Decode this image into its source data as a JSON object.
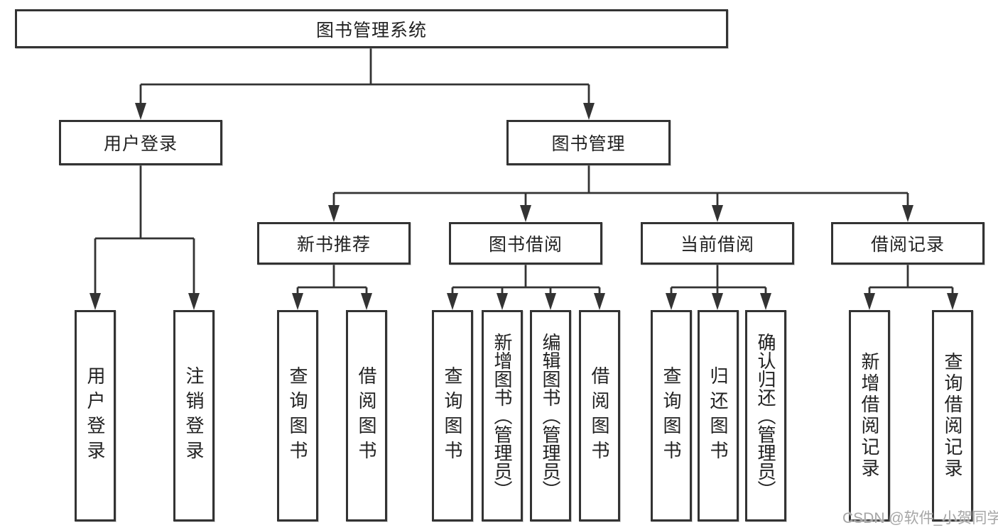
{
  "root": {
    "label": "图书管理系统"
  },
  "branches": {
    "user_login": {
      "label": "用户登录",
      "leaves": [
        {
          "label": "用户登录"
        },
        {
          "label": "注销登录"
        }
      ]
    },
    "book_mgmt": {
      "label": "图书管理",
      "sections": {
        "new_book_rec": {
          "label": "新书推荐",
          "leaves": [
            {
              "label": "查询图书"
            },
            {
              "label": "借阅图书"
            }
          ]
        },
        "book_borrow": {
          "label": "图书借阅",
          "leaves": [
            {
              "label": "查询图书"
            },
            {
              "label": "新增图书（管理员）"
            },
            {
              "label": "编辑图书（管理员）"
            },
            {
              "label": "借阅图书"
            }
          ]
        },
        "current_borrow": {
          "label": "当前借阅",
          "leaves": [
            {
              "label": "查询图书"
            },
            {
              "label": "归还图书"
            },
            {
              "label": "确认归还（管理员）"
            }
          ]
        },
        "borrow_record": {
          "label": "借阅记录",
          "leaves": [
            {
              "label": "新增借阅记录"
            },
            {
              "label": "查询借阅记录"
            }
          ]
        }
      }
    }
  },
  "watermark": {
    "text": "CSDN @软件_小贺同学"
  },
  "colors": {
    "line": "#333333",
    "text": "#222222",
    "background": "#ffffff",
    "watermark": "#9e9e9e"
  }
}
